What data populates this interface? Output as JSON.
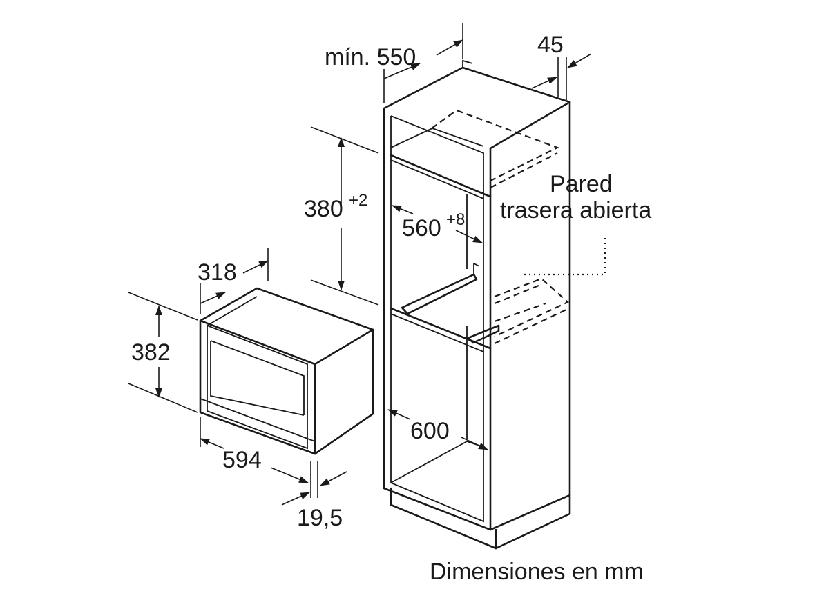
{
  "labels": {
    "min_width": "mín. 550",
    "thickness": "45",
    "height_main": "380",
    "height_tol": "+2",
    "depth_main": "560",
    "depth_tol": "+8",
    "rear_wall_1": "Pared",
    "rear_wall_2": "trasera abierta",
    "appliance_depth": "318",
    "appliance_height": "382",
    "appliance_width": "594",
    "front_offset": "19,5",
    "cabinet_width": "600",
    "units_note": "Dimensiones en mm"
  }
}
